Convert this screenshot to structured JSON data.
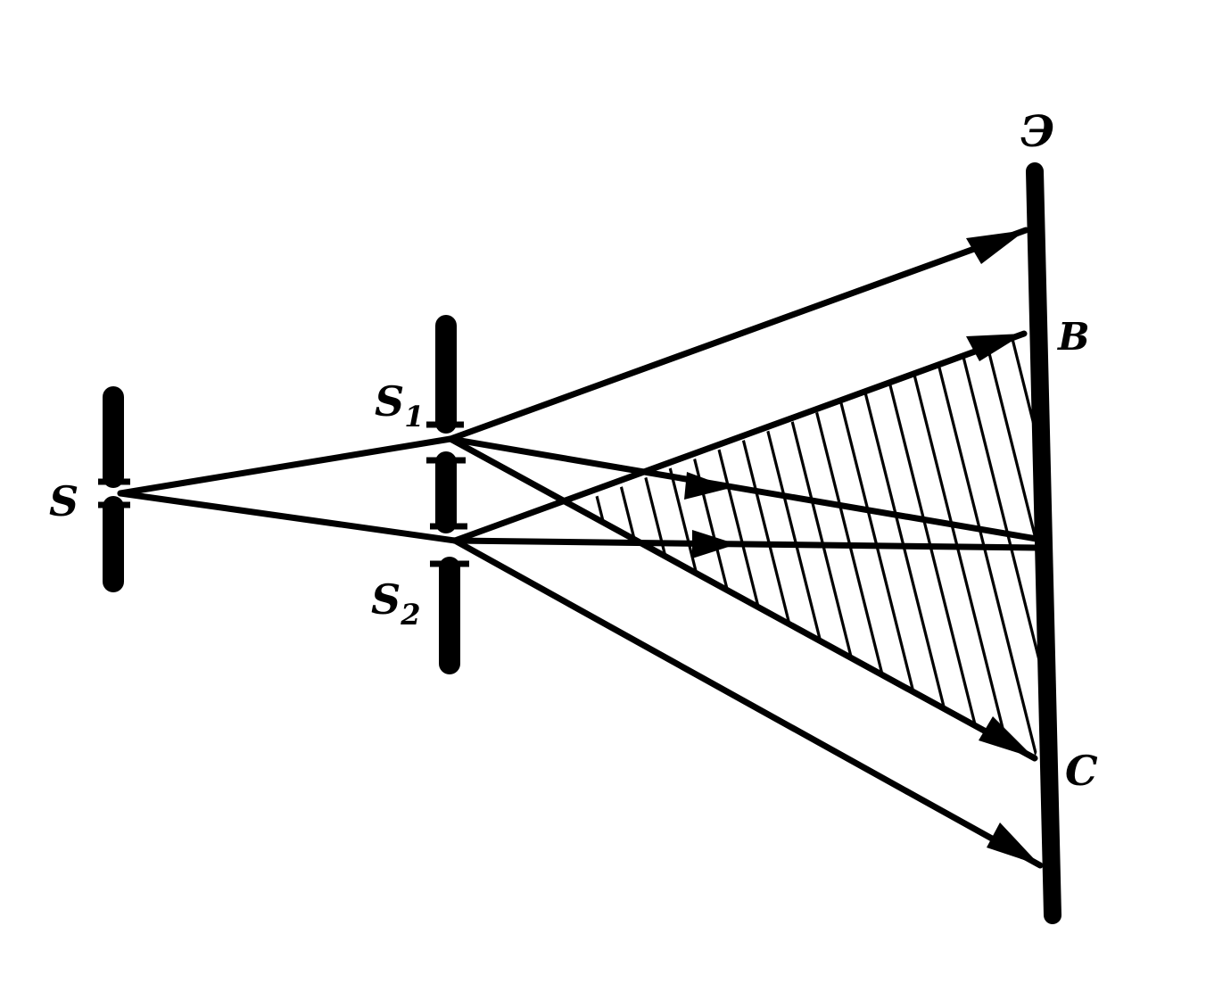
{
  "colors": {
    "ink": "#000000",
    "background": "#ffffff"
  },
  "labels": {
    "source": "S",
    "slit1": "S",
    "slit1_sub": "1",
    "slit2": "S",
    "slit2_sub": "2",
    "screen": "Э",
    "point_b": "B",
    "point_c": "C"
  }
}
